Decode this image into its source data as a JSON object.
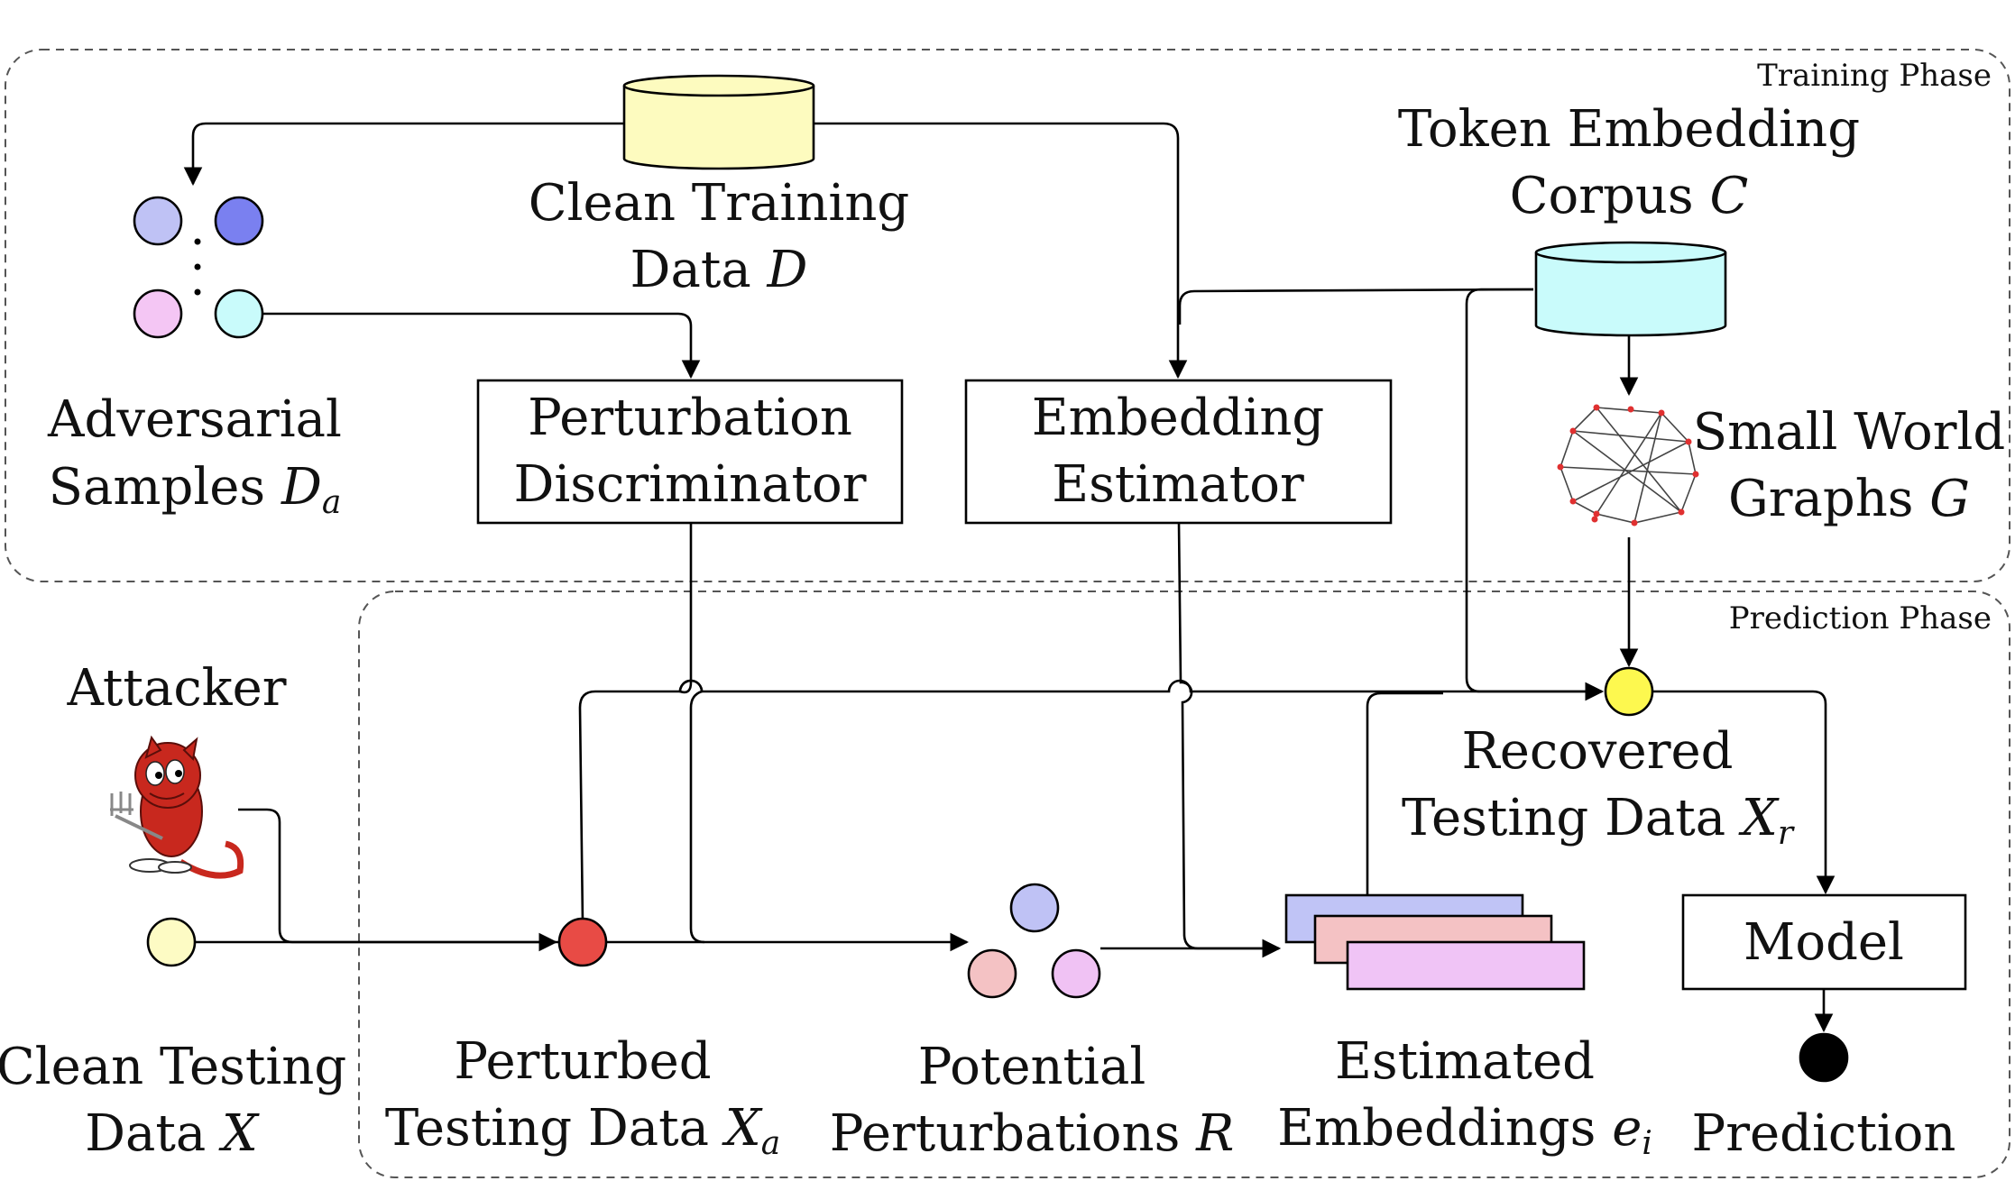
{
  "phases": {
    "training": "Training Phase",
    "prediction": "Prediction Phase"
  },
  "nodes": {
    "clean_training": {
      "line1": "Clean Training",
      "line2_text": "Data ",
      "line2_math": "D"
    },
    "token_corpus": {
      "line1": "Token Embedding",
      "line2_text": "Corpus ",
      "line2_math": "C"
    },
    "adversarial": {
      "line1": "Adversarial",
      "line2_text": "Samples ",
      "line2_math": "D",
      "line2_sub": "a"
    },
    "perturbation_discriminator": {
      "line1": "Perturbation",
      "line2": "Discriminator"
    },
    "embedding_estimator": {
      "line1": "Embedding",
      "line2": "Estimator"
    },
    "small_world": {
      "line1": "Small World",
      "line2_text": "Graphs ",
      "line2_math": "G"
    },
    "attacker": {
      "label": "Attacker"
    },
    "recovered": {
      "line1": "Recovered",
      "line2_text": "Testing Data ",
      "line2_math": "X",
      "line2_sub": "r"
    },
    "clean_testing": {
      "line1": "Clean Testing",
      "line2_text": "Data ",
      "line2_math": "X"
    },
    "perturbed": {
      "line1": "Perturbed",
      "line2_text": "Testing Data ",
      "line2_math": "X",
      "line2_sub": "a"
    },
    "potential": {
      "line1": "Potential",
      "line2_text": "Perturbations ",
      "line2_math": "R"
    },
    "estimated": {
      "line1": "Estimated",
      "line2_text": "Embeddings ",
      "line2_math": "e",
      "line2_sub": "i"
    },
    "model": {
      "label": "Model"
    },
    "prediction": {
      "label": "Prediction"
    }
  },
  "colors": {
    "training_db": "#fdfbbf",
    "corpus_db": "#c9fbfb",
    "sample_1": "#bfc2f5",
    "sample_2": "#7a80f0",
    "sample_3": "#f4c6f4",
    "sample_4": "#c9fbfb",
    "clean_test": "#fdfbc4",
    "perturbed_node": "#e84b45",
    "potential_1": "#bfc2f5",
    "potential_2": "#f4c2c4",
    "potential_3": "#f0c2f4",
    "recovered_node": "#fdf84f",
    "prediction_node": "#000000",
    "emb_layer_1": "#c0c4f6",
    "emb_layer_2": "#f4c2c4",
    "emb_layer_3": "#f0c4f6",
    "graph_vertex": "#e03030",
    "devil_red": "#c8281e"
  }
}
